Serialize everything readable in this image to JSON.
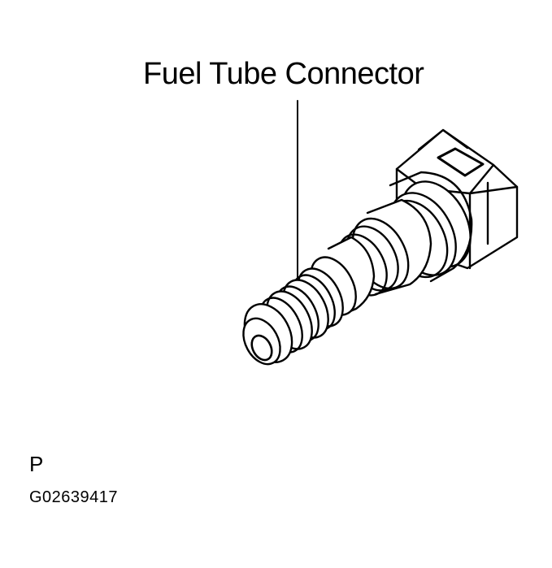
{
  "figure": {
    "callout_label": "Fuel Tube Connector",
    "view_letter": "P",
    "figure_code": "G02639417",
    "line_color": "#000000",
    "background_color": "#ffffff"
  }
}
